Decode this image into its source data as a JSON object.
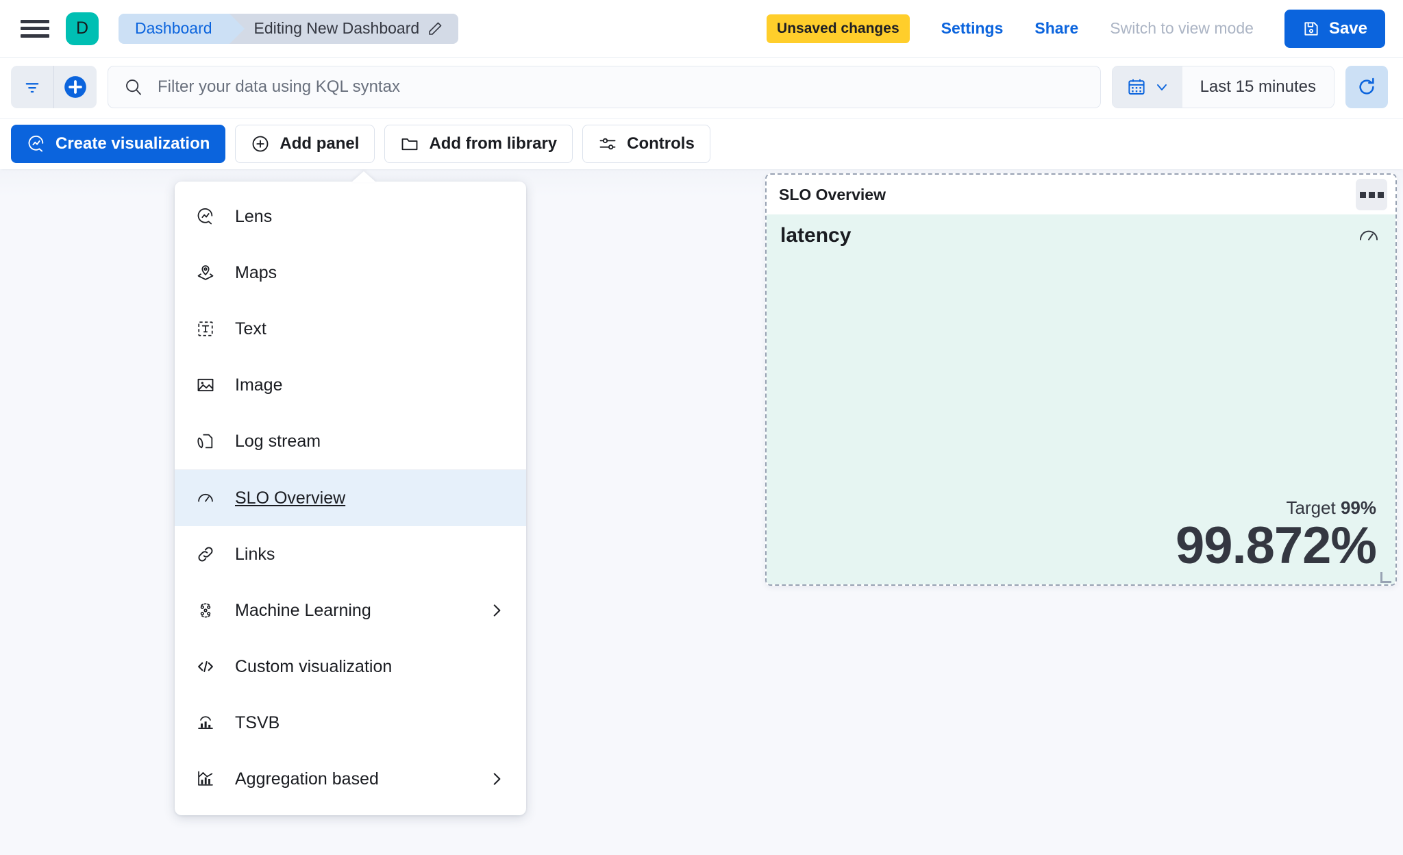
{
  "topnav": {
    "menu_icon": "hamburger-icon",
    "avatar_letter": "D",
    "avatar_color": "#00BFB3",
    "breadcrumbs": [
      {
        "label": "Dashboard",
        "active": false
      },
      {
        "label": "Editing New Dashboard",
        "active": true,
        "icon": "pencil-icon"
      }
    ],
    "unsaved_badge": "Unsaved changes",
    "unsaved_badge_color": "#FFCE2B",
    "links": [
      {
        "label": "Settings",
        "disabled": false
      },
      {
        "label": "Share",
        "disabled": false
      },
      {
        "label": "Switch to view mode",
        "disabled": true
      }
    ],
    "save_label": "Save",
    "save_icon": "save-disk-icon",
    "accent_color": "#0B64DD"
  },
  "querybar": {
    "filter_icon": "filter-icon",
    "add_filter_icon": "plus-circle-icon",
    "search_icon": "search-icon",
    "placeholder": "Filter your data using KQL syntax",
    "value": "",
    "calendar_icon": "calendar-icon",
    "chevron_icon": "chevron-down-icon",
    "time_range": "Last 15 minutes",
    "refresh_icon": "refresh-icon"
  },
  "toolbar": {
    "buttons": [
      {
        "label": "Create visualization",
        "icon": "lens-icon",
        "primary": true
      },
      {
        "label": "Add panel",
        "icon": "plus-circle-icon",
        "primary": false
      },
      {
        "label": "Add from library",
        "icon": "folder-icon",
        "primary": false
      },
      {
        "label": "Controls",
        "icon": "controls-icon",
        "primary": false
      }
    ]
  },
  "add_panel_menu": {
    "open": true,
    "items": [
      {
        "label": "Lens",
        "icon": "lens-icon",
        "submenu": false,
        "selected": false
      },
      {
        "label": "Maps",
        "icon": "map-marker-icon",
        "submenu": false,
        "selected": false
      },
      {
        "label": "Text",
        "icon": "text-box-icon",
        "submenu": false,
        "selected": false
      },
      {
        "label": "Image",
        "icon": "image-icon",
        "submenu": false,
        "selected": false
      },
      {
        "label": "Log stream",
        "icon": "log-stream-icon",
        "submenu": false,
        "selected": false
      },
      {
        "label": "SLO Overview",
        "icon": "gauge-icon",
        "submenu": false,
        "selected": true
      },
      {
        "label": "Links",
        "icon": "link-icon",
        "submenu": false,
        "selected": false
      },
      {
        "label": "Machine Learning",
        "icon": "machine-learning-icon",
        "submenu": true,
        "selected": false
      },
      {
        "label": "Custom visualization",
        "icon": "code-icon",
        "submenu": false,
        "selected": false
      },
      {
        "label": "TSVB",
        "icon": "tsvb-icon",
        "submenu": false,
        "selected": false
      },
      {
        "label": "Aggregation based",
        "icon": "aggregation-icon",
        "submenu": true,
        "selected": false
      }
    ]
  },
  "slo_panel": {
    "title": "SLO Overview",
    "context_menu_icon": "panel-context-menu-icon",
    "gauge_icon": "gauge-icon",
    "slo_name": "latency",
    "target_label": "Target",
    "target_value": "99%",
    "current_value": "99.872%",
    "background_color": "#E6F5F2",
    "border_style": "dashed"
  }
}
